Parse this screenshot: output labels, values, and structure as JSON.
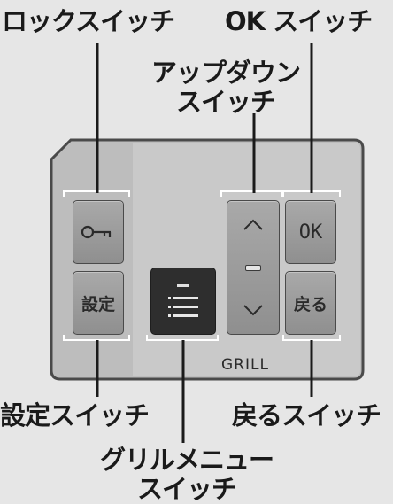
{
  "labels": {
    "lock_switch": "ロックスイッチ",
    "ok_switch": "OK スイッチ",
    "updown_switch_line1": "アップダウン",
    "updown_switch_line2": "スイッチ",
    "setting_switch": "設定スイッチ",
    "back_switch": "戻るスイッチ",
    "grill_menu_line1": "グリルメニュー",
    "grill_menu_line2": "スイッチ"
  },
  "panel": {
    "brand_text": "GRILL",
    "buttons": {
      "lock_icon": "key-icon",
      "setting": "設定",
      "menu_icon": "list-icon",
      "up_icon": "chevron-up-icon",
      "down_icon": "chevron-down-icon",
      "ok": "OK",
      "back": "戻る"
    }
  },
  "colors": {
    "background": "#e6e6e6",
    "panel": "#bdbdbd",
    "panel_border": "#4a4a4a",
    "button": "#9e9e9e",
    "menu_button": "#2e2e2e",
    "label_text": "#1a1a1a"
  }
}
